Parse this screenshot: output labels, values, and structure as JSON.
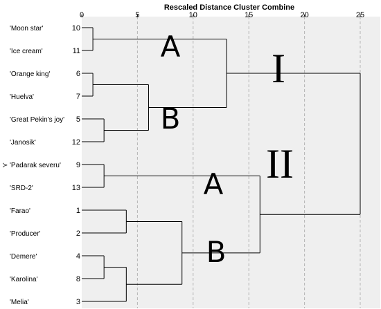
{
  "axis": {
    "title": "Rescaled Distance Cluster Combine",
    "ticks": [
      {
        "value": 0,
        "label": "0"
      },
      {
        "value": 5,
        "label": "5"
      },
      {
        "value": 10,
        "label": "10"
      },
      {
        "value": 15,
        "label": "15"
      },
      {
        "value": 20,
        "label": "20"
      },
      {
        "value": 25,
        "label": "25"
      }
    ]
  },
  "cases": [
    {
      "name": "'Moon star'",
      "number": "10"
    },
    {
      "name": "'Ice cream'",
      "number": "11"
    },
    {
      "name": "'Orange king'",
      "number": "6"
    },
    {
      "name": "'Huelva'",
      "number": "7"
    },
    {
      "name": "'Great Pekin's joy'",
      "number": "5"
    },
    {
      "name": "'Janosik'",
      "number": "12"
    },
    {
      "name": "'Padarak severu'",
      "number": "9"
    },
    {
      "name": "'SRD-2'",
      "number": "13"
    },
    {
      "name": "'Farao'",
      "number": "1"
    },
    {
      "name": "'Producer'",
      "number": "2"
    },
    {
      "name": "'Demere'",
      "number": "4"
    },
    {
      "name": "'Karolina'",
      "number": "8"
    },
    {
      "name": "'Melia'",
      "number": "3"
    }
  ],
  "merges": [
    {
      "a": "c0",
      "b": "c1",
      "distance": 1
    },
    {
      "a": "c2",
      "b": "c3",
      "distance": 1
    },
    {
      "a": "c4",
      "b": "c5",
      "distance": 2
    },
    {
      "a": "c6",
      "b": "c7",
      "distance": 2
    },
    {
      "a": "c8",
      "b": "c9",
      "distance": 4
    },
    {
      "a": "c10",
      "b": "c11",
      "distance": 2
    },
    {
      "a": "m5",
      "b": "c12",
      "distance": 4
    },
    {
      "a": "m1",
      "b": "m2",
      "distance": 6
    },
    {
      "a": "m0",
      "b": "m7",
      "distance": 13
    },
    {
      "a": "m4",
      "b": "m6",
      "distance": 9
    },
    {
      "a": "m3",
      "b": "m9",
      "distance": 16
    },
    {
      "a": "m8",
      "b": "m10",
      "distance": 25
    }
  ],
  "annotations": {
    "group_I": "I",
    "group_II": "II",
    "subgroup_IA": "A",
    "subgroup_IB": "B",
    "subgroup_IIA": "A",
    "subgroup_IIB": "B"
  },
  "marker": "≻",
  "colors": {
    "plot_background": "#efefef",
    "line": "#000000",
    "grid": "#b4b4b4"
  },
  "grid": "dashed vertical lines at ticks"
}
